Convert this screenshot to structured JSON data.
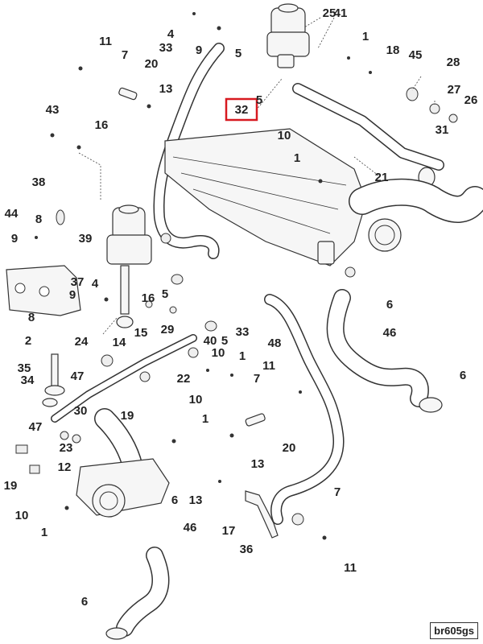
{
  "figure_ref": "br605gs",
  "highlight_color": "#d71920",
  "callouts": [
    {
      "id": "c1",
      "text": "25"
    },
    {
      "id": "c2",
      "text": "41"
    },
    {
      "id": "c3",
      "text": "4"
    },
    {
      "id": "c4",
      "text": "11"
    },
    {
      "id": "c5",
      "text": "33"
    },
    {
      "id": "c6",
      "text": "9"
    },
    {
      "id": "c7",
      "text": "5"
    },
    {
      "id": "c8",
      "text": "1"
    },
    {
      "id": "c9",
      "text": "7"
    },
    {
      "id": "c10",
      "text": "20"
    },
    {
      "id": "c11",
      "text": "18"
    },
    {
      "id": "c12",
      "text": "45"
    },
    {
      "id": "c13",
      "text": "28"
    },
    {
      "id": "c14",
      "text": "13"
    },
    {
      "id": "c15",
      "text": "5"
    },
    {
      "id": "c16",
      "text": "32"
    },
    {
      "id": "c17",
      "text": "27"
    },
    {
      "id": "c18",
      "text": "26"
    },
    {
      "id": "c19",
      "text": "43"
    },
    {
      "id": "c20",
      "text": "16"
    },
    {
      "id": "c21",
      "text": "31"
    },
    {
      "id": "c22",
      "text": "10"
    },
    {
      "id": "c23",
      "text": "1"
    },
    {
      "id": "c24",
      "text": "21"
    },
    {
      "id": "c25",
      "text": "38"
    },
    {
      "id": "c26",
      "text": "44"
    },
    {
      "id": "c27",
      "text": "8"
    },
    {
      "id": "c28",
      "text": "39"
    },
    {
      "id": "c29",
      "text": "9"
    },
    {
      "id": "c30",
      "text": "37"
    },
    {
      "id": "c31",
      "text": "4"
    },
    {
      "id": "c32",
      "text": "9"
    },
    {
      "id": "c33",
      "text": "5"
    },
    {
      "id": "c34",
      "text": "16"
    },
    {
      "id": "c35",
      "text": "6"
    },
    {
      "id": "c36",
      "text": "8"
    },
    {
      "id": "c37",
      "text": "24"
    },
    {
      "id": "c38",
      "text": "15"
    },
    {
      "id": "c39",
      "text": "2"
    },
    {
      "id": "c40",
      "text": "14"
    },
    {
      "id": "c41",
      "text": "29"
    },
    {
      "id": "c42",
      "text": "40"
    },
    {
      "id": "c43",
      "text": "5"
    },
    {
      "id": "c44",
      "text": "33"
    },
    {
      "id": "c45",
      "text": "48"
    },
    {
      "id": "c46",
      "text": "46"
    },
    {
      "id": "c47",
      "text": "35"
    },
    {
      "id": "c48",
      "text": "34"
    },
    {
      "id": "c49",
      "text": "47"
    },
    {
      "id": "c50",
      "text": "10"
    },
    {
      "id": "c51",
      "text": "1"
    },
    {
      "id": "c52",
      "text": "22"
    },
    {
      "id": "c53",
      "text": "6"
    },
    {
      "id": "c54",
      "text": "7"
    },
    {
      "id": "c55",
      "text": "11"
    },
    {
      "id": "c56",
      "text": "10"
    },
    {
      "id": "c57",
      "text": "30"
    },
    {
      "id": "c58",
      "text": "19"
    },
    {
      "id": "c59",
      "text": "1"
    },
    {
      "id": "c60",
      "text": "47"
    },
    {
      "id": "c61",
      "text": "23"
    },
    {
      "id": "c62",
      "text": "20"
    },
    {
      "id": "c63",
      "text": "12"
    },
    {
      "id": "c64",
      "text": "13"
    },
    {
      "id": "c65",
      "text": "19"
    },
    {
      "id": "c66",
      "text": "10"
    },
    {
      "id": "c67",
      "text": "1"
    },
    {
      "id": "c68",
      "text": "13"
    },
    {
      "id": "c69",
      "text": "6"
    },
    {
      "id": "c70",
      "text": "7"
    },
    {
      "id": "c71",
      "text": "46"
    },
    {
      "id": "c72",
      "text": "17"
    },
    {
      "id": "c73",
      "text": "36"
    },
    {
      "id": "c74",
      "text": "11"
    },
    {
      "id": "c75",
      "text": "6"
    }
  ]
}
